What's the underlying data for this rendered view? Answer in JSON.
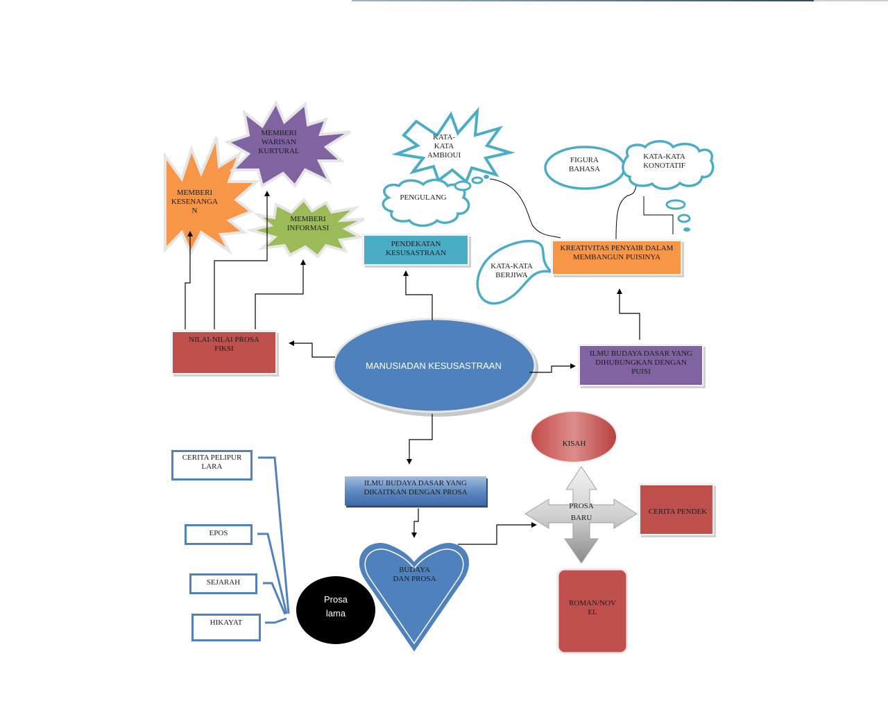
{
  "diagram": {
    "title": "MANUSIADAN KESUSASTRAAN",
    "colors": {
      "orange": "#f79646",
      "purple": "#8064a2",
      "green": "#9bbb59",
      "teal": "#4bacc6",
      "blue": "#4f81bd",
      "red": "#c0504d",
      "black": "#000000"
    },
    "nodes": {
      "center": "MANUSIADAN KESUSASTRAAN",
      "nilai_prosa_fiksi": "NILAI-NILAI PROSA\nFIKSI",
      "memberi_kesenangan": "MEMBERI\nKESENANGA\nN",
      "memberi_warisan": "MEMBERI\nWARISAN\nKURTURAL",
      "memberi_informasi": "MEMBERI\nINFORMASI",
      "pendekatan": "PENDEKATAN\nKESUSASTRAAN",
      "pengulang": "PENGULANG",
      "kata_ambioui": "KATA-\nKATA\nAMBIOUI",
      "figura_bahasa": "FIGURA\nBAHASA",
      "kata_konotatif": "KATA-KATA\nKONOTATIF",
      "kata_berjiwa": "KATA-KATA\nBERJIWA",
      "kreativitas": "KREATIVITAS PENYAIR DALAM\nMEMBANGUN PUISINYA",
      "ilmu_puisi": "ILMU BUDAYA DASAR YANG\nDIHUBUNGKAN DENGAN\nPUISI",
      "ilmu_prosa": "ILMU BUDAYA DASAR YANG\nDIKAITKAN DENGAN PROSA",
      "budaya_prosa": "BUDAYA\nDAN PROSA",
      "prosa_lama": "Prosa\nlama",
      "prosa_baru": "PROSA\nBARU",
      "kisah": "KISAH",
      "cerita_pendek": "CERITA PENDEK",
      "roman_novel": "ROMAN/NOV\nEL",
      "prosa_lama_items": [
        "CERITA PELIPUR\nLARA",
        "EPOS",
        "SEJARAH",
        "HIKAYAT"
      ]
    }
  }
}
